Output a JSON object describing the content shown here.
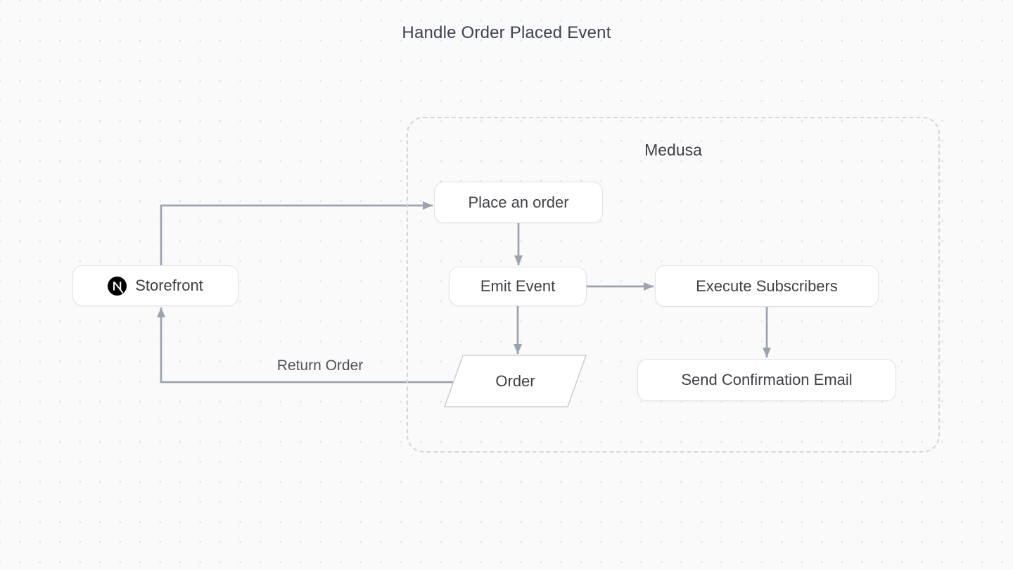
{
  "title": "Handle Order Placed Event",
  "container": {
    "label": "Medusa"
  },
  "nodes": {
    "storefront": {
      "label": "Storefront",
      "icon": "nextjs-logo-icon",
      "shape": "rounded-rect"
    },
    "place_order": {
      "label": "Place an order",
      "shape": "rounded-rect"
    },
    "emit_event": {
      "label": "Emit Event",
      "shape": "rounded-rect"
    },
    "execute_subscribers": {
      "label": "Execute Subscribers",
      "shape": "rounded-rect"
    },
    "order": {
      "label": "Order",
      "shape": "parallelogram"
    },
    "send_confirmation_email": {
      "label": "Send Confirmation Email",
      "shape": "rounded-rect"
    }
  },
  "edges": [
    {
      "from": "storefront",
      "to": "place_order",
      "label": ""
    },
    {
      "from": "place_order",
      "to": "emit_event",
      "label": ""
    },
    {
      "from": "emit_event",
      "to": "execute_subscribers",
      "label": ""
    },
    {
      "from": "emit_event",
      "to": "order",
      "label": ""
    },
    {
      "from": "execute_subscribers",
      "to": "send_confirmation_email",
      "label": ""
    },
    {
      "from": "order",
      "to": "storefront",
      "label": "Return Order"
    }
  ],
  "colors": {
    "background": "#fafafa",
    "grid_dots": "#e4e4e8",
    "node_border": "#e2e2e7",
    "node_fill": "#ffffff",
    "container_dashed_border": "#d5d5dc",
    "arrow": "#9ca3af",
    "text": "#3f3f46",
    "nextjs_logo": "#000000"
  }
}
